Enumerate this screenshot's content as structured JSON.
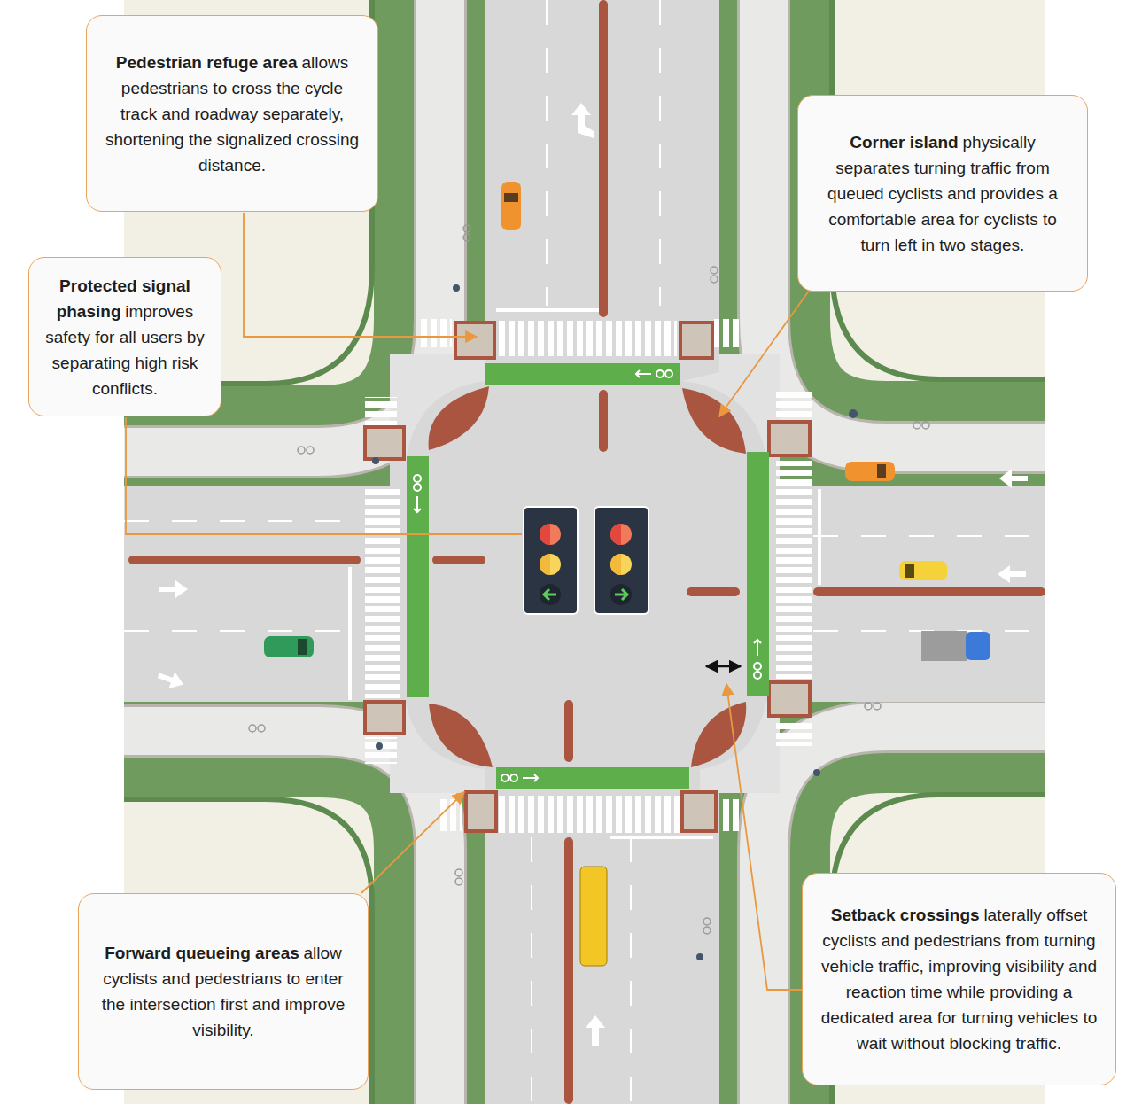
{
  "diagram": {
    "nodes": [
      {
        "text": [
          "Pedestrian refuge area",
          "allows pedestrians to cross the cycle track and roadway separately, shortening the signalized crossing distance."
        ]
      },
      {
        "text": [
          "Corner island",
          "physically separates turning traffic from queued cyclists and provides a comfortable area for cyclists to turn left in two stages."
        ]
      },
      {
        "text": [
          "Protected signal phasing",
          "improves safety for all users by separating high risk conflicts."
        ]
      },
      {
        "text": [
          "Forward queueing areas",
          "allow cyclists and pedestrians to enter the intersection first and improve visibility."
        ]
      },
      {
        "text": [
          "Setback crossings",
          "laterally offset cyclists and pedestrians from turning vehicle traffic, improving visibility and reaction time while providing a dedicated area for turning vehicles to wait without blocking traffic."
        ]
      }
    ]
  }
}
